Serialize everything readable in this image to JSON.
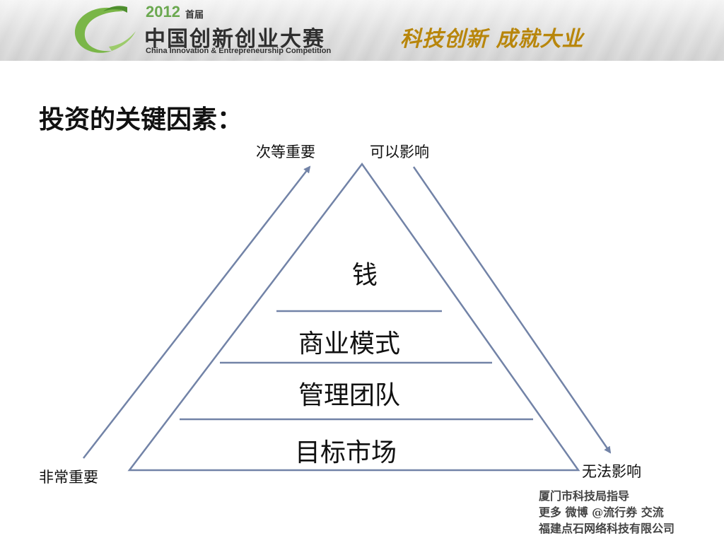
{
  "banner": {
    "year": "2012",
    "edition": "首届",
    "title": "中国创新创业大赛",
    "subtitle": "China Innovation & Entrepreneurship Competition",
    "slogan": "科技创新 成就大业",
    "logo_icon": "green-c-swoosh-logo"
  },
  "heading": "投资的关键因素：",
  "diagram": {
    "top_left_label": "次等重要",
    "top_right_label": "可以影响",
    "bottom_left_label": "非常重要",
    "bottom_right_label": "无法影响",
    "layers": [
      "钱",
      "商业模式",
      "管理团队",
      "目标市场"
    ],
    "line_color": "#7283a7"
  },
  "footer": {
    "lines": [
      "厦门市科技局指导",
      "更多 微博 @流行券 交流",
      "福建点石网络科技有限公司"
    ]
  }
}
